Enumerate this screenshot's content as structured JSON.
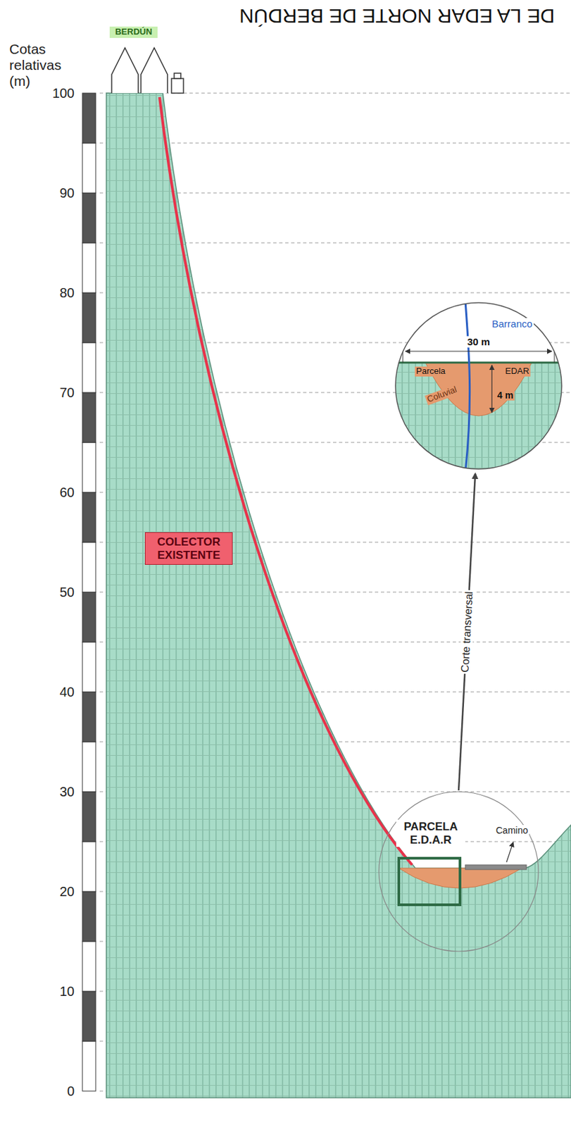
{
  "diagram": {
    "title": "DE LA EDAR NORTE DE BERDÚN",
    "nodes": [
      {
        "text": [
          "BERDÚN"
        ]
      },
      {
        "text": [
          "COLECTOR EXISTENTE"
        ]
      },
      {
        "text": [
          "PARCELA E.D.A.R"
        ]
      }
    ],
    "labels": [
      "Cotas relativas (m)",
      "100",
      "90",
      "80",
      "70",
      "60",
      "50",
      "40",
      "30",
      "20",
      "10",
      "0",
      "Camino",
      "Corte transversal",
      "30 m",
      "4 m",
      "Parcela",
      "EDAR",
      "Barranco",
      "Coluvial"
    ]
  }
}
